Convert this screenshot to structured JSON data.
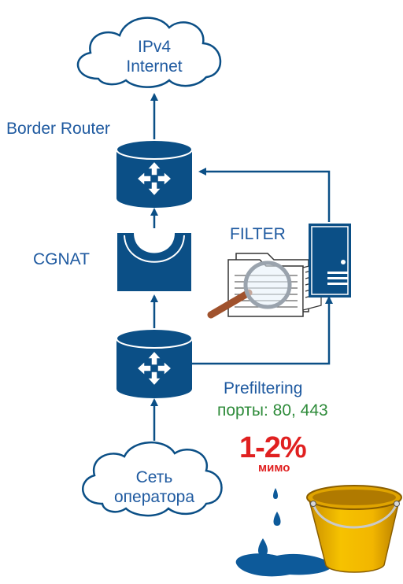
{
  "colors": {
    "primary": "#0b4f86",
    "text_blue": "#1f5aa0",
    "green": "#2e8b3a",
    "red": "#e02020",
    "bucket_yellow": "#f2b600",
    "water": "#0d5a9a"
  },
  "cloud_top": {
    "line1": "IPv4",
    "line2": "Internet"
  },
  "border_router_label": "Border Router",
  "cgnat_label": "CGNAT",
  "filter_label": "FILTER",
  "prefiltering_label": "Prefiltering",
  "ports_label": "порты: 80, 443",
  "percent_label": "1-2%",
  "bypass_label": "мимо",
  "cloud_bottom": {
    "line1": "Сеть",
    "line2": "оператора"
  }
}
